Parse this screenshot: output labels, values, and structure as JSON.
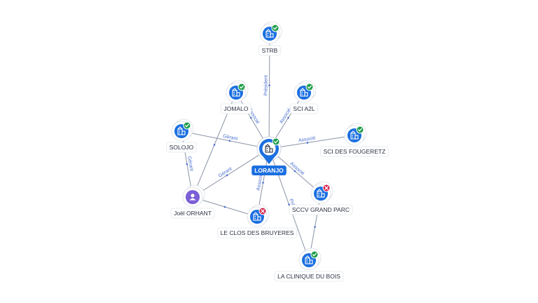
{
  "colors": {
    "company": "#1b6fe0",
    "person": "#7b5fd6",
    "active": "#1e9e4a",
    "inactive": "#d6204e",
    "edge": "#8a93a6",
    "edge_label": "#4a6fd1"
  },
  "center": {
    "label": "LORANJO",
    "icon": "building-icon",
    "status": "active"
  },
  "nodes": [
    {
      "id": "strb",
      "label": "STRB",
      "type": "company",
      "status": "active",
      "relation": "Président"
    },
    {
      "id": "jomalo",
      "label": "JOMALO",
      "type": "company",
      "status": "active",
      "relation": "Associé"
    },
    {
      "id": "sci-a2l",
      "label": "SCI A2L",
      "type": "company",
      "status": "active",
      "relation": "Associé"
    },
    {
      "id": "solojo",
      "label": "SOLOJO",
      "type": "company",
      "status": "active",
      "relation": "Gérant"
    },
    {
      "id": "sci-des-fougeretz",
      "label": "SCI DES FOUGERETZ",
      "type": "company",
      "status": "active",
      "relation": "Associé"
    },
    {
      "id": "joel-orhant",
      "label": "Joël ORHANT",
      "type": "person",
      "status": "none",
      "relation": "Gérant"
    },
    {
      "id": "sccv-grand-parc",
      "label": "SCCV GRAND PARC",
      "type": "company",
      "status": "inactive",
      "relation": "Associé"
    },
    {
      "id": "le-clos-des-bruyeres",
      "label": "LE CLOS DES BRUYERES",
      "type": "company",
      "status": "inactive",
      "relation": "Associé"
    },
    {
      "id": "la-clinique-du-bois",
      "label": "LA CLINIQUE DU BOIS",
      "type": "company",
      "status": "active",
      "relation": "Prêt"
    }
  ],
  "extra_edges": [
    {
      "from": "joel-orhant",
      "to": "solojo",
      "relation": "Gérant"
    },
    {
      "from": "joel-orhant",
      "to": "jomalo",
      "relation": ""
    },
    {
      "from": "joel-orhant",
      "to": "le-clos-des-bruyeres",
      "relation": ""
    },
    {
      "from": "sccv-grand-parc",
      "to": "la-clinique-du-bois",
      "relation": ""
    }
  ]
}
